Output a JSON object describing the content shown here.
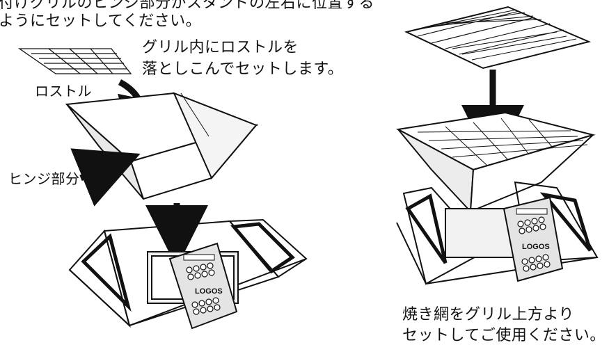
{
  "top_text": {
    "line1": "付けグリルのヒンジ部分がスタンドの左右に位置する",
    "line2": "ようにセットしてください。"
  },
  "instructions": {
    "line1": "グリル内にロストルを",
    "line2": "落としこんでセットします。"
  },
  "labels": {
    "rostle": "ロストル",
    "hinge": "ヒンジ部分"
  },
  "brand": "LOGOS",
  "caption": {
    "line1": "焼き網をグリル上方より",
    "line2": "セットしてご使用ください。"
  }
}
